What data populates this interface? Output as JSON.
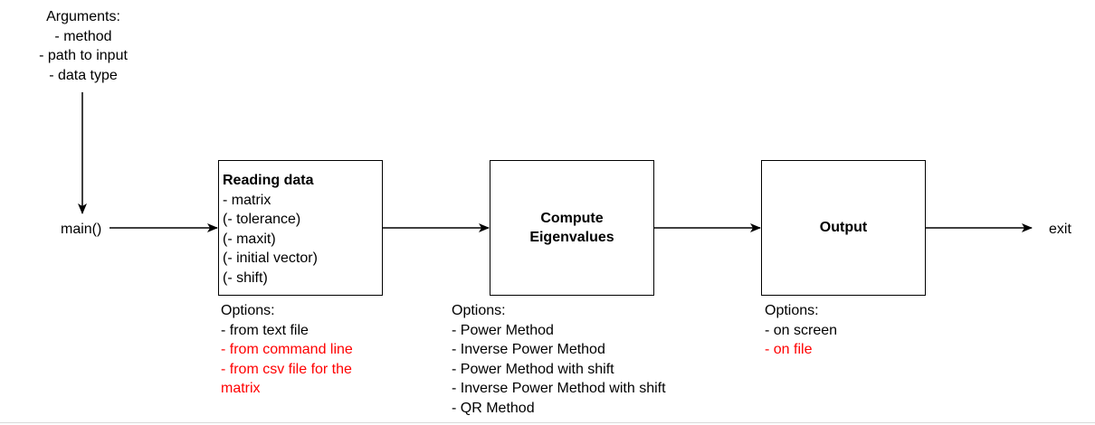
{
  "arguments": {
    "title": "Arguments:",
    "items": [
      "- method",
      "- path to input",
      "- data type"
    ]
  },
  "nodes": {
    "main": "main()",
    "exit": "exit"
  },
  "reading": {
    "title": "Reading data",
    "items": [
      "- matrix",
      "(- tolerance)",
      "(- maxit)",
      "(- initial vector)",
      "(- shift)"
    ],
    "options_title": "Options:",
    "options": [
      {
        "text": "- from text file",
        "color": "#000000"
      },
      {
        "text": "- from command line",
        "color": "#ff0000"
      },
      {
        "text": "- from csv file for the",
        "color": "#ff0000"
      },
      {
        "text": "matrix",
        "color": "#ff0000"
      }
    ]
  },
  "compute": {
    "title_line1": "Compute",
    "title_line2": "Eigenvalues",
    "options_title": "Options:",
    "options": [
      "- Power Method",
      "- Inverse Power Method",
      "- Power Method with shift",
      "- Inverse Power Method with shift",
      "- QR Method"
    ]
  },
  "output": {
    "title": "Output",
    "options_title": "Options:",
    "options": [
      {
        "text": "- on screen",
        "color": "#000000"
      },
      {
        "text": "- on file",
        "color": "#ff0000"
      }
    ]
  },
  "colors": {
    "highlight": "#ff0000",
    "stroke": "#000000"
  }
}
